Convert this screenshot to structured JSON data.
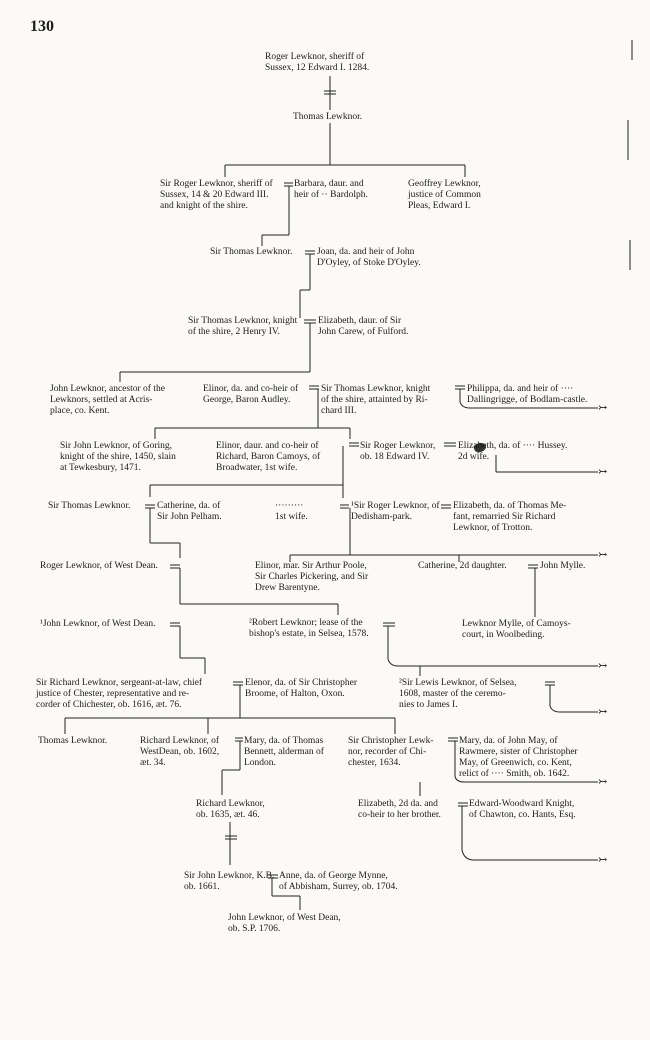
{
  "page_number": "130",
  "entries": {
    "e01": "Roger Lewknor, sheriff of\nSussex, 12 Edward I. 1284.",
    "e02": "Thomas Lewknor.",
    "e03": "Sir Roger Lewknor, sheriff of\nSussex, 14 & 20 Edward III.\nand knight of the shire.",
    "e04": "Barbara, daur. and\nheir of ·· Bardolph.",
    "e05": "Geoffrey Lewknor,\njustice of Common\nPleas, Edward I.",
    "e06": "Sir Thomas Lewknor.",
    "e07": "Joan, da. and heir of John\nD'Oyley, of Stoke D'Oyley.",
    "e08": "Sir Thomas Lewknor, knight\nof the shire, 2 Henry IV.",
    "e09": "Elizabeth, daur. of Sir\nJohn Carew, of Fulford.",
    "e10": "John Lewknor, ancestor of the\nLewknors, settled at Acris-\nplace, co. Kent.",
    "e11": "Elinor, da. and co-heir of\nGeorge, Baron Audley.",
    "e12": "Sir Thomas Lewknor, knight\nof the shire, attainted by Ri-\nchard III.",
    "e13": "Philippa, da. and heir of ····\nDallingrigge, of Bodlam-castle.",
    "e14": "Sir John Lewknor, of Goring,\nknight of the shire, 1450, slain\nat Tewkesbury, 1471.",
    "e15": "Elinor, daur. and co-heir of\nRichard, Baron Camoys, of\nBroadwater, 1st wife.",
    "e16": "Sir Roger Lewknor,\nob. 18 Edward IV.",
    "e17": "Elizabeth, da. of ···· Hussey.\n2d wife.",
    "e18": "Sir Thomas Lewknor.",
    "e19": "Catherine, da. of\nSir John Pelham.",
    "e20": "·········\n1st wife.",
    "e21": "¹Sir Roger Lewknor, of\nDedisham-park.",
    "e22": "Elizabeth, da. of Thomas Me-\nfant, remarried Sir Richard\nLewknor, of Trotton.",
    "e23": "Roger Lewknor, of West Dean.",
    "e24": "Elinor, mar. Sir Arthur Poole,\nSir Charles Pickering, and Sir\nDrew Barentyne.",
    "e25": "Catherine, 2d daughter.",
    "e26": "John Mylle.",
    "e27": "¹John Lewknor, of West Dean.",
    "e28": "²Robert Lewknor; lease of the\nbishop's estate, in Selsea, 1578.",
    "e29": "Lewknor Mylle, of Camoys-\ncourt, in Woolbeding.",
    "e30": "Sir Richard Lewknor, sergeant-at-law, chief\njustice of Chester, representative and re-\ncorder of Chichester, ob. 1616, æt. 76.",
    "e31": "Elenor, da. of Sir Christopher\nBroome, of Halton, Oxon.",
    "e32": "²Sir Lewis Lewknor, of Selsea,\n1608, master of the ceremo-\nnies to James I.",
    "e33": "Thomas Lewknor.",
    "e34": "Richard Lewknor, of\nWestDean, ob. 1602,\næt. 34.",
    "e35": "Mary, da. of Thomas\nBennett, alderman of\nLondon.",
    "e36": "Sir Christopher Lewk-\nnor, recorder of Chi-\nchester, 1634.",
    "e37": "Mary, da. of John May, of\nRawmere, sister of Christopher\nMay, of Greenwich, co. Kent,\nrelict of ···· Smith, ob. 1642.",
    "e38": "Richard Lewknor,\nob. 1635, æt. 46.",
    "e39": "Elizabeth, 2d da. and\nco-heir to her brother.",
    "e40": "Edward-Woodward Knight,\nof Chawton, co. Hants, Esq.",
    "e41": "Sir John Lewknor, K.B.\nob. 1661.",
    "e42": "Anne, da. of George Mynne,\nof Abbisham, Surrey, ob. 1704.",
    "e43": "John Lewknor, of West Dean,\nob. S.P. 1706."
  }
}
